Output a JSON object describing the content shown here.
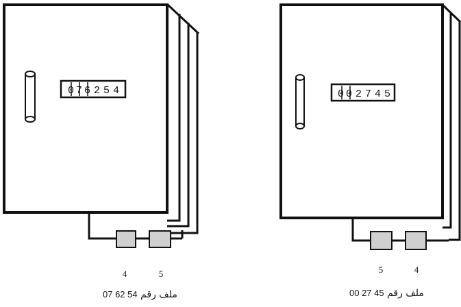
{
  "cabinets": [
    {
      "id": "left",
      "display_digits": [
        "0",
        "7",
        "6",
        "2",
        "5",
        "4"
      ],
      "module_labels": [
        "4",
        "5"
      ],
      "caption_word": "ملف رقم",
      "caption_number": "07 62 54"
    },
    {
      "id": "right",
      "display_digits": [
        "0",
        "0",
        "2",
        "7",
        "4",
        "5"
      ],
      "module_labels": [
        "5",
        "4"
      ],
      "caption_word": "ملف رقم",
      "caption_number": "00 27 45"
    }
  ]
}
